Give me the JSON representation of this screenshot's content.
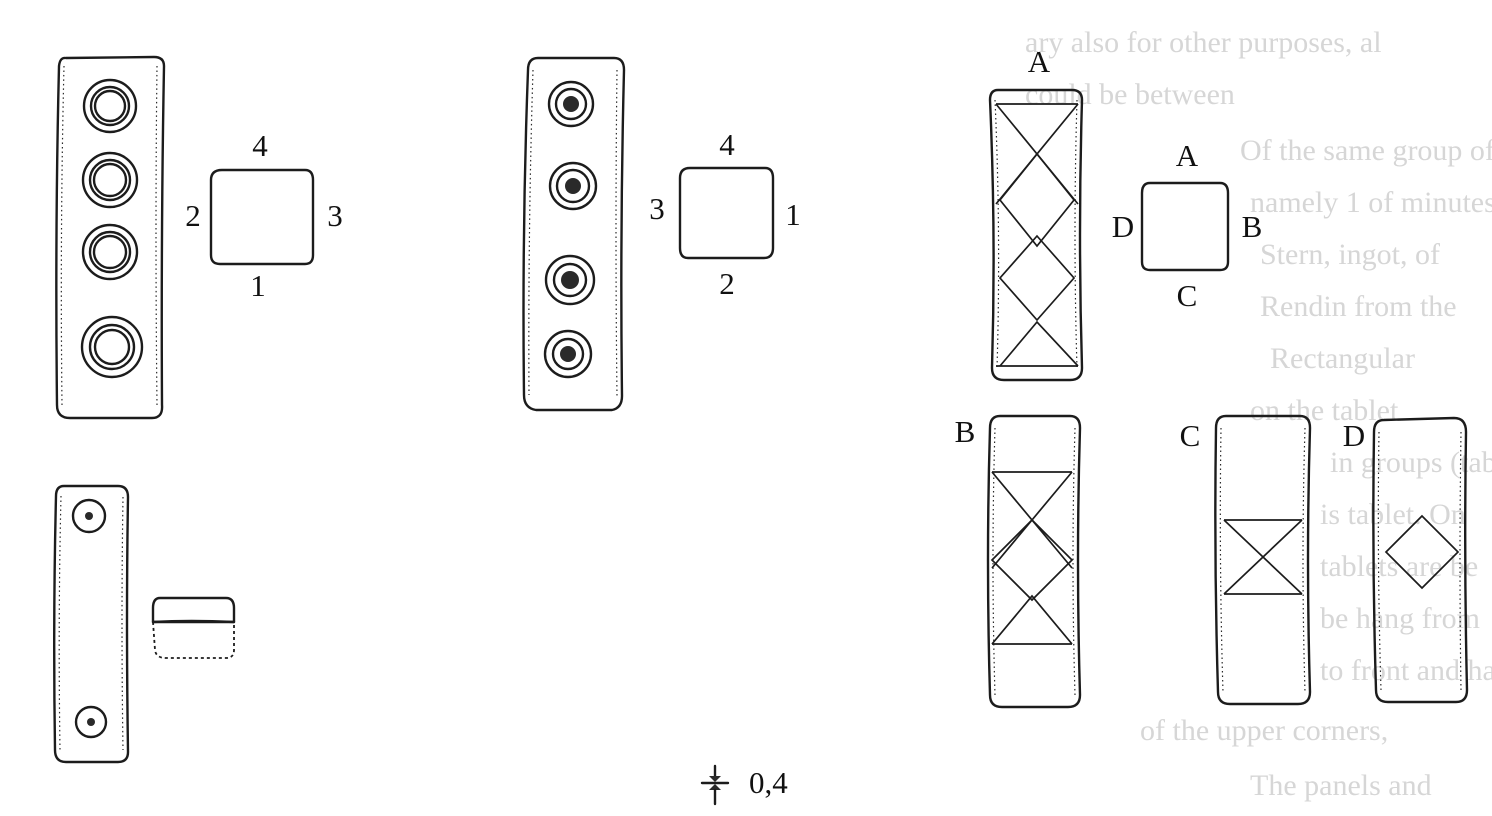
{
  "figure_left": {
    "side_labels": [
      "4",
      "2",
      "3",
      "1"
    ]
  },
  "figure_middle": {
    "side_labels": [
      "4",
      "3",
      "1",
      "2"
    ]
  },
  "figure_right": {
    "view_A_label": "A",
    "key_labels": [
      "A",
      "D",
      "B",
      "C"
    ],
    "view_B_label": "B",
    "view_C_label": "C",
    "view_D_label": "D"
  },
  "scale": {
    "value": "0,4"
  },
  "background_text": [
    "ary also for other purposes, al",
    "could be between",
    "Of the same group of",
    "namely 1 of minutes",
    "Stern, ingot, of",
    "Rendin from the",
    "Rectangular",
    "on the tablet",
    "in groups (tablets",
    "is tablet. On",
    "tablets are be",
    "be hang from",
    "to front and half",
    "of the upper corners,",
    "The panels and"
  ]
}
